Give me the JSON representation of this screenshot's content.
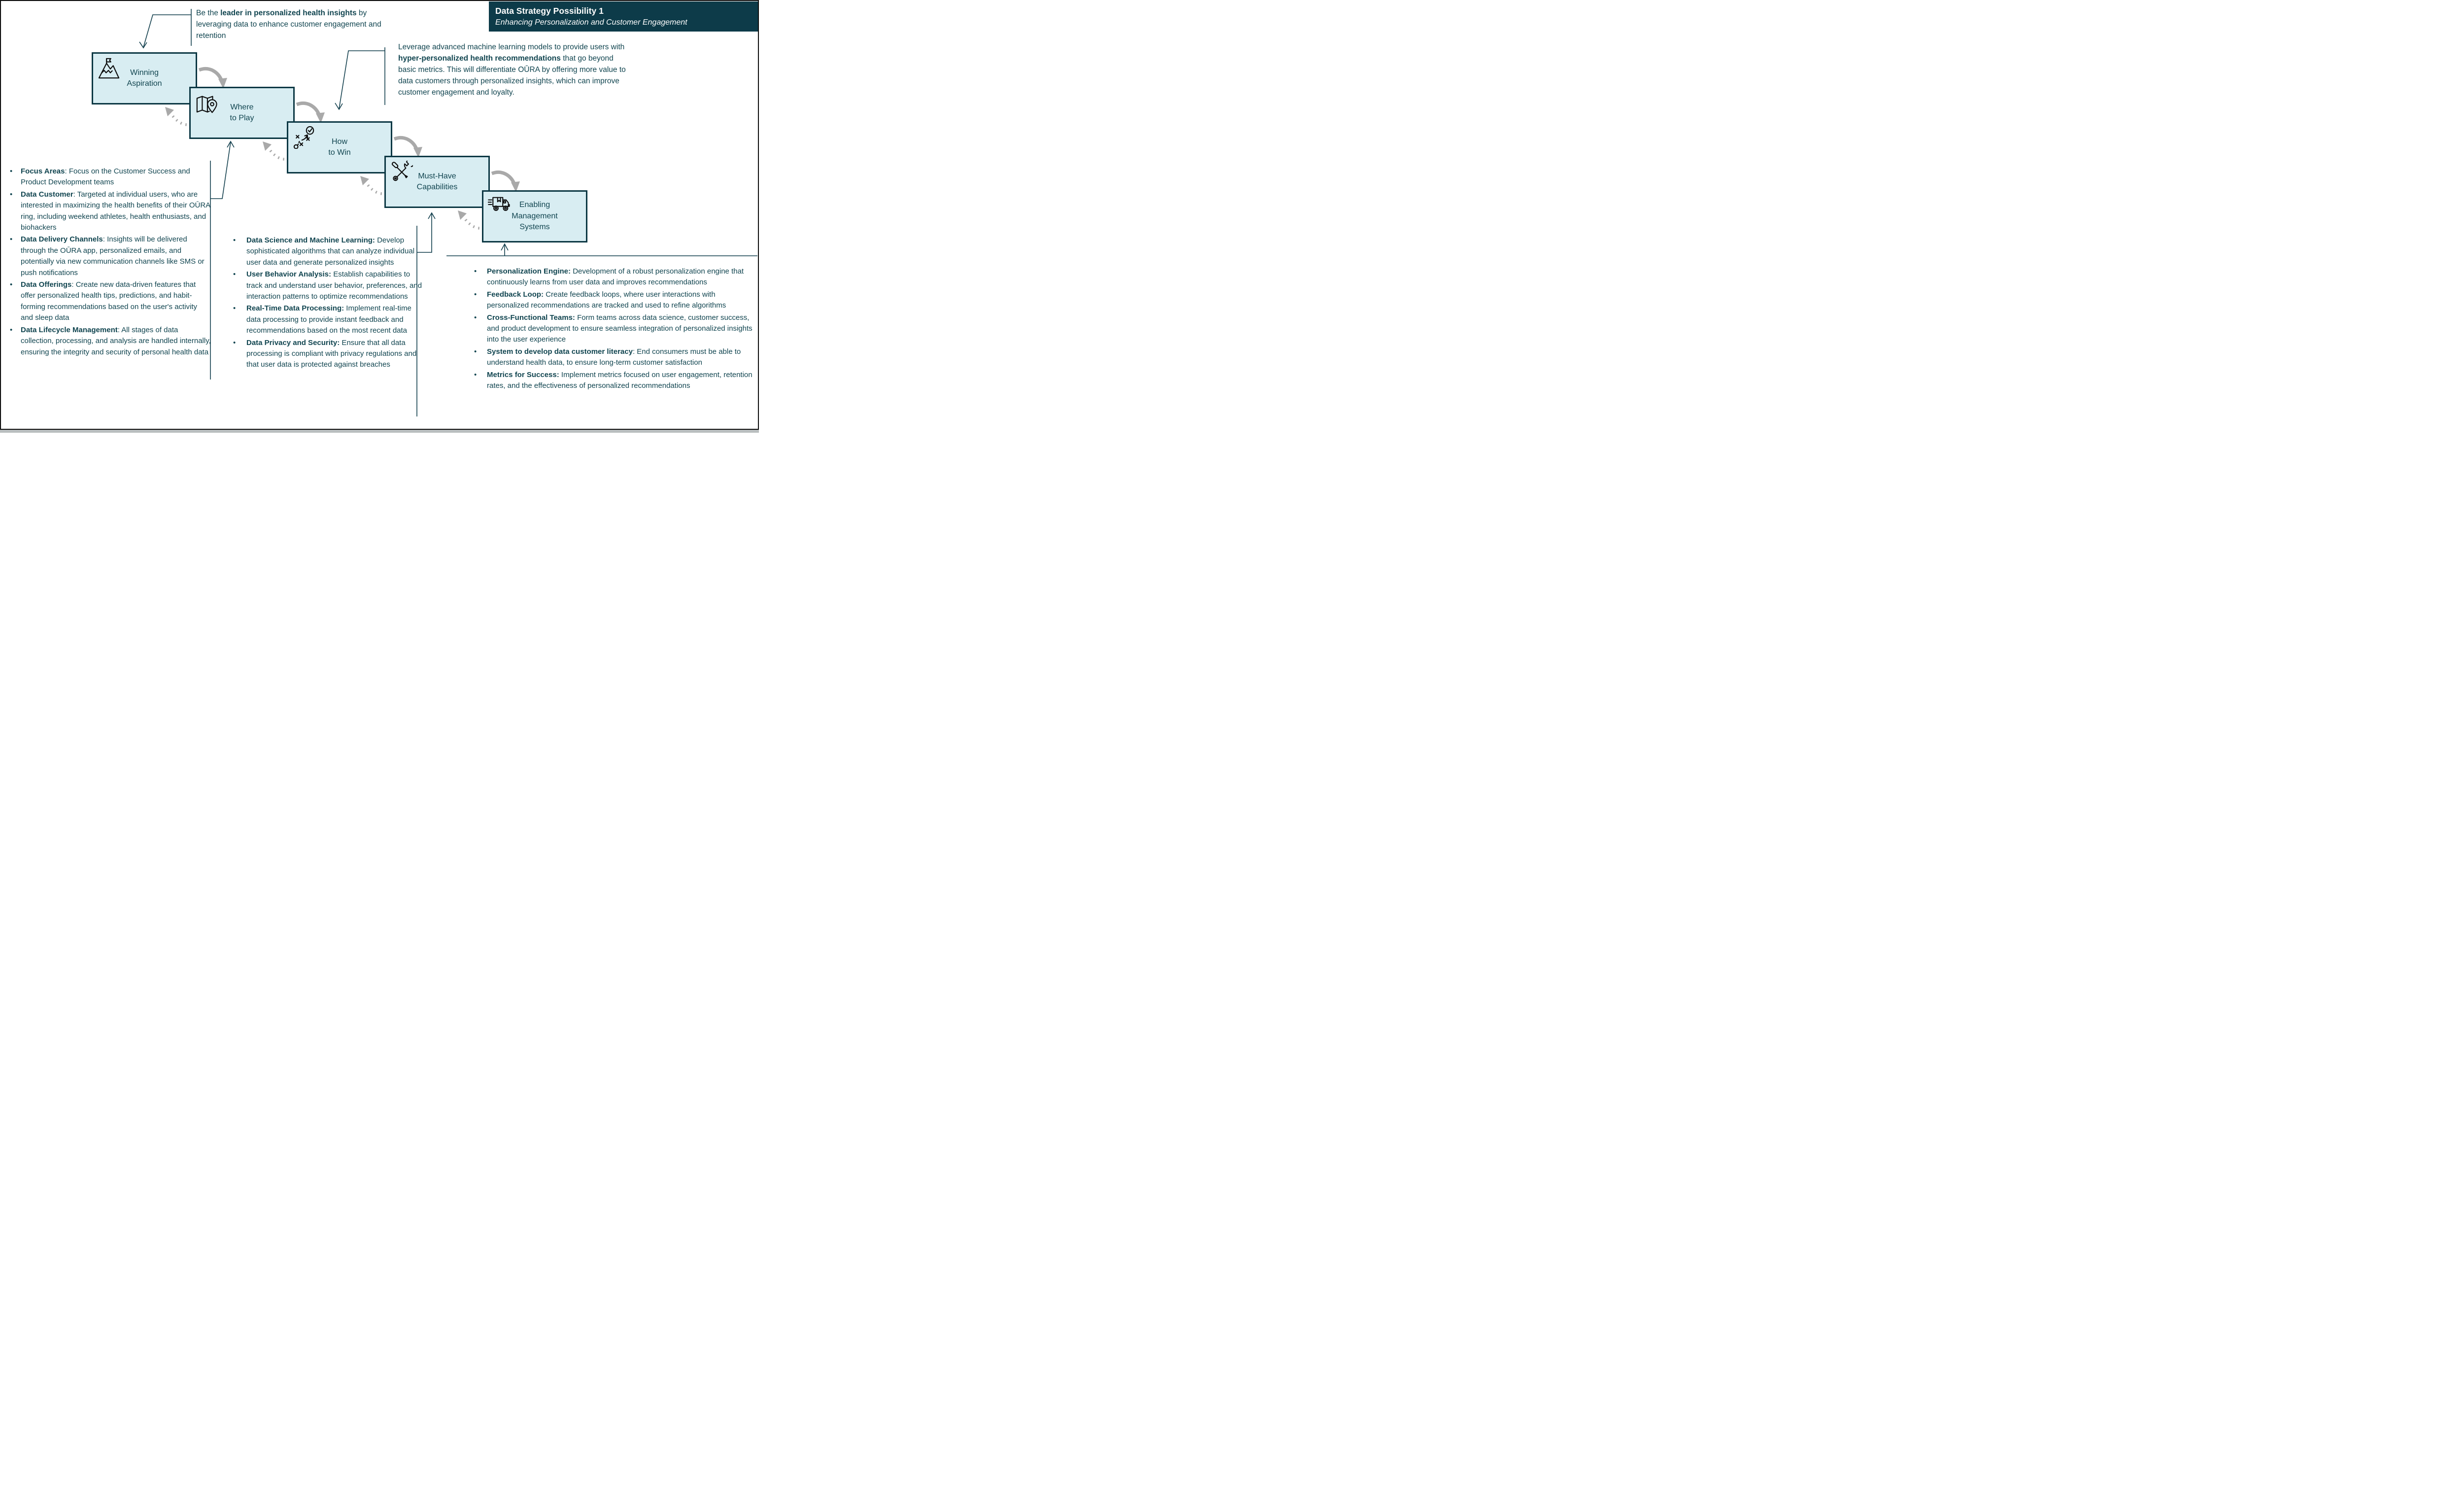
{
  "title_box": {
    "title": "Data Strategy Possibility 1",
    "subtitle": "Enhancing Personalization and Customer Engagement"
  },
  "colors": {
    "header_bg": "#0d3b49",
    "box_fill": "#d8edf2",
    "box_border": "#0c3844",
    "text_dark": "#114550",
    "arrow_gray": "#a9a9a9"
  },
  "callouts": {
    "winning_aspiration": {
      "segments": [
        {
          "t": "Be the ",
          "b": false
        },
        {
          "t": "leader in personalized health insights",
          "b": true
        },
        {
          "t": " by leveraging data to enhance customer engagement and retention",
          "b": false
        }
      ]
    },
    "how_to_win": {
      "segments": [
        {
          "t": "Leverage advanced machine learning models to provide users with ",
          "b": false
        },
        {
          "t": "hyper-personalized health recommendations",
          "b": true
        },
        {
          "t": " that go beyond basic metrics. This will differentiate OŪRA by offering more value to data customers through personalized insights, which can improve customer engagement and loyalty.",
          "b": false
        }
      ]
    }
  },
  "cascade": {
    "steps": [
      {
        "label": "Winning\nAspiration",
        "icon": "mountain-flag-icon"
      },
      {
        "label": "Where\nto Play",
        "icon": "map-location-icon"
      },
      {
        "label": "How\nto Win",
        "icon": "strategy-play-icon"
      },
      {
        "label": "Must-Have\nCapabilities",
        "icon": "tools-icon"
      },
      {
        "label": "Enabling\nManagement\nSystems",
        "icon": "delivery-truck-icon"
      }
    ]
  },
  "where_to_play_list": {
    "items": [
      {
        "lead": "Focus Areas",
        "rest": ": Focus on the Customer Success and Product Development teams"
      },
      {
        "lead": "Data Customer",
        "rest": ": Targeted at individual users, who are interested in maximizing the health benefits of their OŪRA ring, including weekend athletes, health enthusiasts, and biohackers"
      },
      {
        "lead": "Data Delivery Channels",
        "rest": ": Insights will be delivered through the OŪRA app, personalized emails, and potentially via new communication channels like SMS or push notifications"
      },
      {
        "lead": "Data Offerings",
        "rest": ": Create new data-driven features that offer personalized health tips, predictions, and habit-forming recommendations based on the user's activity and sleep data"
      },
      {
        "lead": "Data Lifecycle Management",
        "rest": ": All stages of data collection, processing, and analysis are handled internally, ensuring the integrity and security of personal health data"
      }
    ]
  },
  "how_to_win_list": {
    "items": [
      {
        "lead": "Data Science and Machine Learning:",
        "rest": " Develop sophisticated algorithms that can analyze individual user data and generate personalized insights"
      },
      {
        "lead": "User Behavior Analysis:",
        "rest": " Establish capabilities to track and understand user behavior, preferences, and interaction patterns to optimize recommendations"
      },
      {
        "lead": "Real-Time Data Processing:",
        "rest": " Implement real-time data processing to provide instant feedback and recommendations based on the most recent data"
      },
      {
        "lead": "Data Privacy and Security:",
        "rest": " Ensure that all data processing is compliant with privacy regulations and that user data is protected against breaches"
      }
    ]
  },
  "enabling_list": {
    "items": [
      {
        "lead": "Personalization Engine:",
        "rest": " Development of a robust personalization engine that continuously learns from user data and improves recommendations"
      },
      {
        "lead": "Feedback Loop:",
        "rest": " Create feedback loops, where user interactions with personalized recommendations are tracked and used to refine algorithms"
      },
      {
        "lead": "Cross-Functional Teams:",
        "rest": " Form teams across data science, customer success, and product development to ensure seamless integration of personalized insights into the user experience"
      },
      {
        "lead": "System to develop data customer literacy",
        "rest": ": End consumers must be able to understand health data, to ensure long-term customer satisfaction"
      },
      {
        "lead": "Metrics for Success:",
        "rest": " Implement metrics focused on user engagement, retention rates, and the effectiveness of personalized recommendations"
      }
    ]
  }
}
